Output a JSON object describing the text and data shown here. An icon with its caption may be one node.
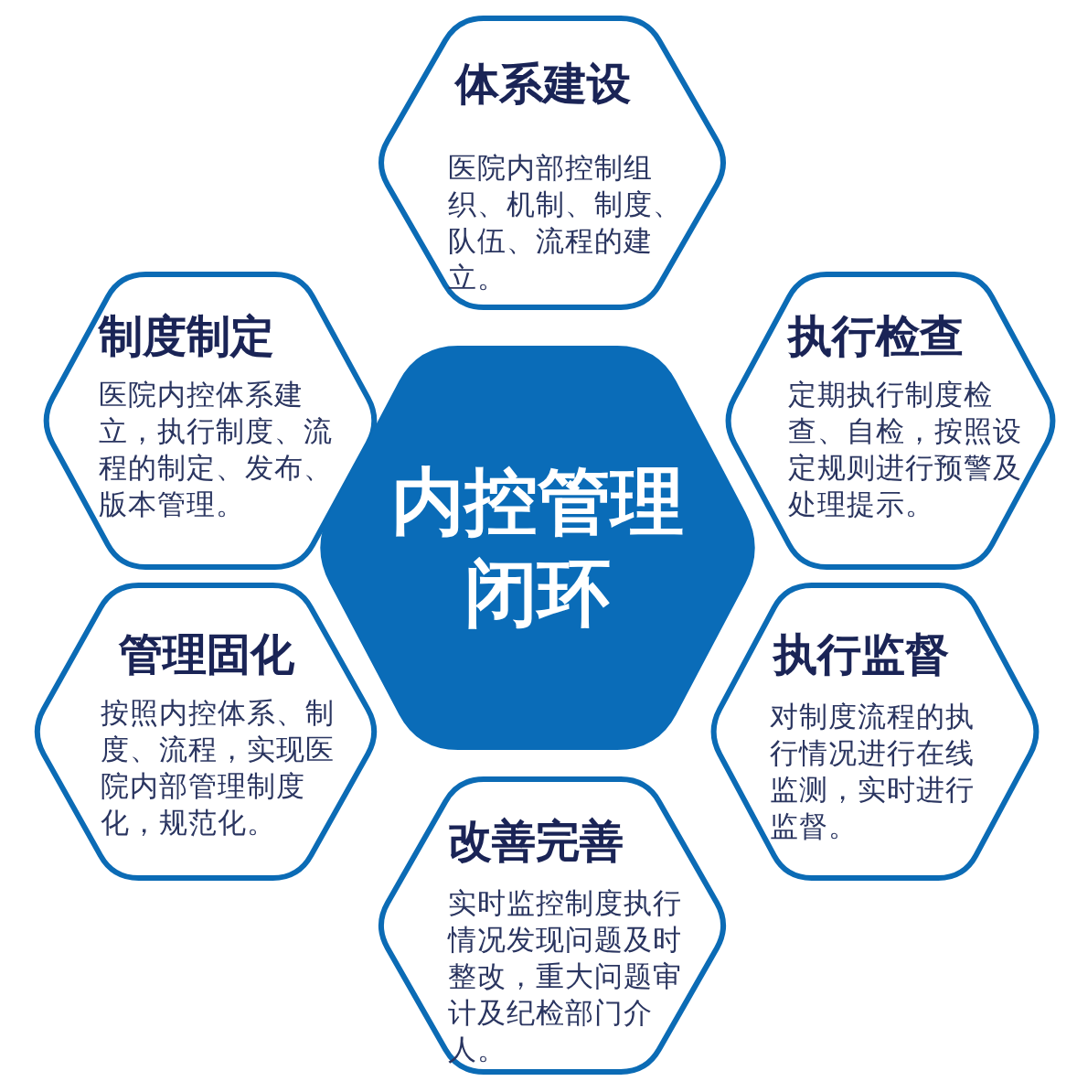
{
  "diagram": {
    "nodes": [
      {
        "text": [
          "体系建设",
          "医院内部控制组织、机制、制度、队伍、流程的建立。"
        ]
      },
      {
        "text": [
          "制度制定",
          "医院内控体系建立，执行制度、流程的制定、发布、版本管理。"
        ]
      },
      {
        "text": [
          "执行检查",
          "定期执行制度检查、自检，按照设定规则进行预警及处理提示。"
        ]
      },
      {
        "text": [
          "内控管理闭环"
        ]
      },
      {
        "text": [
          "管理固化",
          "按照内控体系、制度、流程，实现医院内部管理制度化，规范化。"
        ]
      },
      {
        "text": [
          "执行监督",
          "对制度流程的执行情况进行在线监测，实时进行监督。"
        ]
      },
      {
        "text": [
          "改善完善",
          "实时监控制度执行情况发现问题及时整改，重大问题审计及纪检部门介人。"
        ]
      }
    ]
  }
}
